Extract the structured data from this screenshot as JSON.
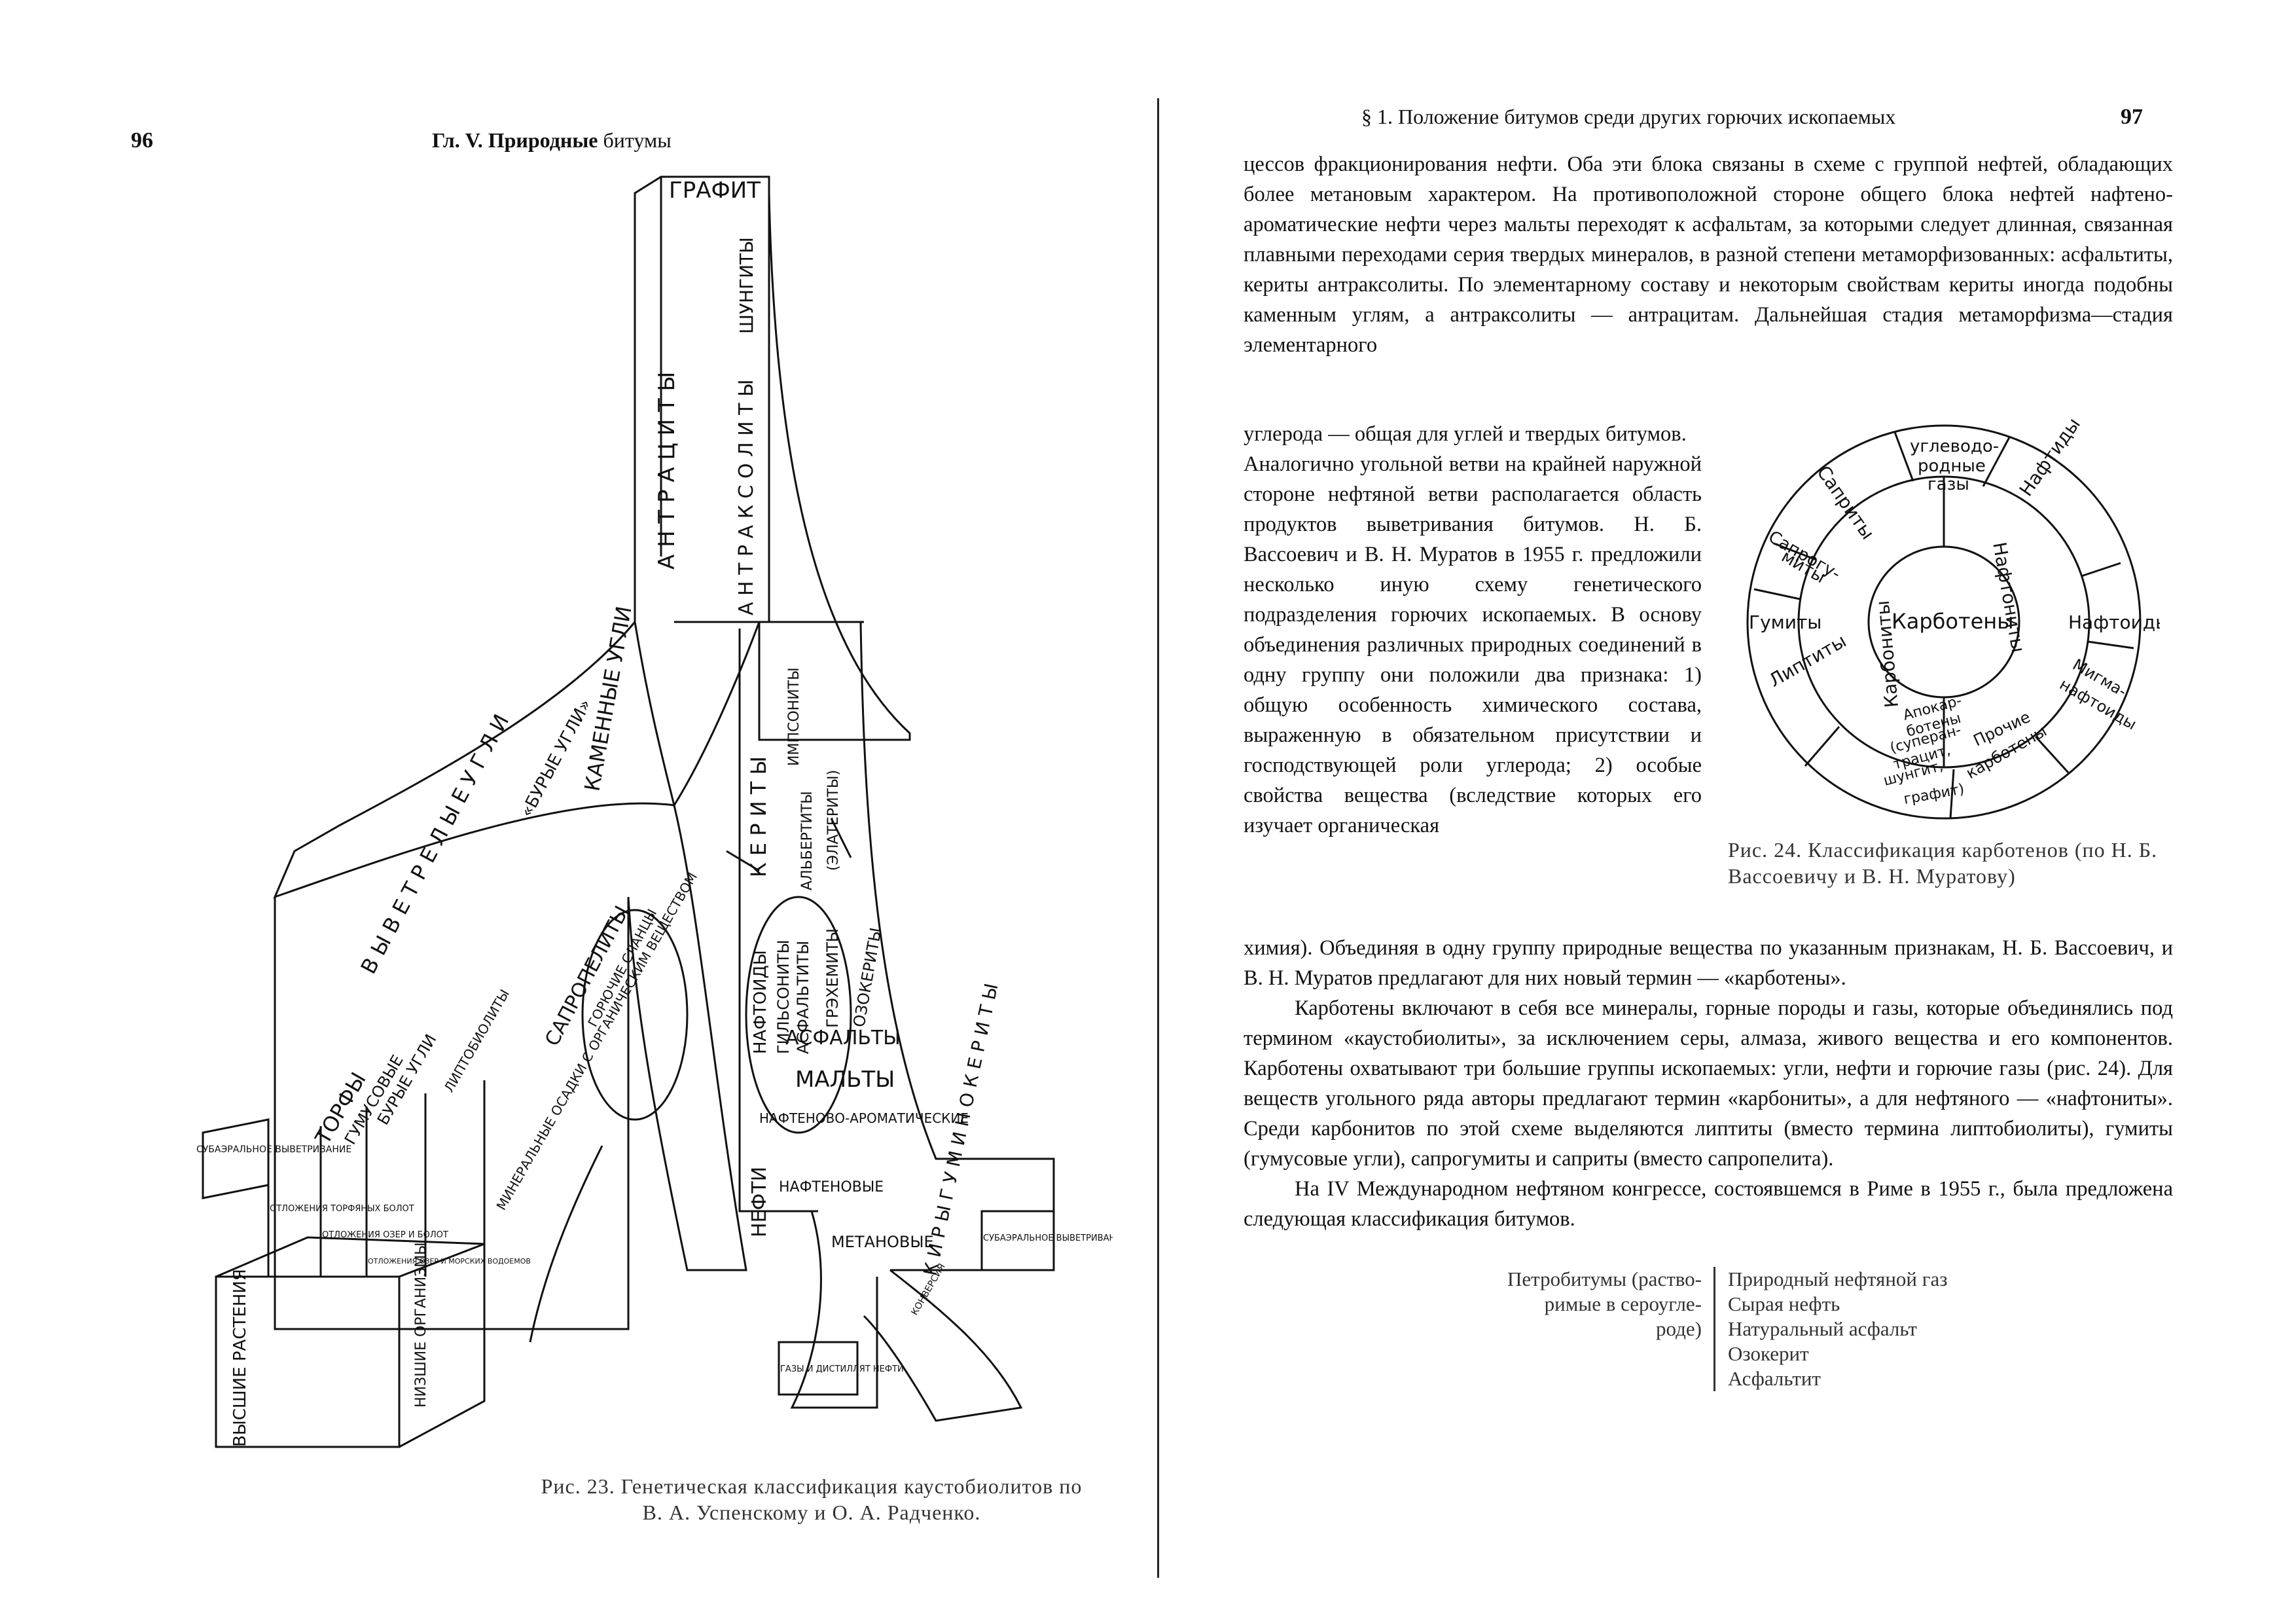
{
  "left_page": {
    "page_number": "96",
    "running_head_bold": "Гл. V. Природные",
    "running_head_rest": "битумы",
    "figure23": {
      "labels": {
        "grafit": "ГРАФИТ",
        "shungity": "ШУНГИТЫ",
        "antracity": "А Н Т Р А Ц И Т Ы",
        "antraksolity": "А Н Т Р А К С О Л И Т Ы",
        "kamennye_ugli": "КАМЕННЫЕ УГЛИ",
        "vyvetrelye_ugli": "В Ы В Е Т Р Е Л Ы Е  У Г Л И",
        "burye_ugli_top": "«БУРЫЕ УГЛИ»",
        "kerity": "К Е Р И Т Ы",
        "impsonity": "ИМПСОНИТЫ",
        "albertity": "АЛЬБЕРТИТЫ",
        "elaterity": "(ЭЛАТЕРИТЫ)",
        "gilsonity": "ГИЛЬСОНИТЫ",
        "asfaltity": "АСФАЛЬТИТЫ",
        "grakhamity": "ГРЭХЕМИТЫ",
        "ozokerity": "ОЗОКЕРИТЫ",
        "asfalty": "АСФАЛЬТЫ",
        "malty": "МАЛЬТЫ",
        "naftenovo_aromaticheskie": "НАФТЕНОВО-АРОМАТИЧЕСКИЕ",
        "naftenovye": "НАФТЕНОВЫЕ",
        "metanovye": "МЕТАНОВЫЕ",
        "nefti": "НЕФТИ",
        "naftoidy": "НАФТОИДЫ",
        "kiry": "К И Р Ы  Г У М И Н О К Е Р И Т Ы",
        "torfy": "ТОРФЫ",
        "gumusovye": "ГУМУСОВЫЕ",
        "burye_ugli": "БУРЫЕ УГЛИ",
        "liptobiolity": "ЛИПТОБИОЛИТЫ",
        "sapropelity": "САПРОПЕЛИТЫ",
        "goryuchie_slantsy": "ГОРЮЧИЕ СЛАНЦЫ",
        "mineralnye": "МИНЕРАЛЬНЫЕ ОСАДКИ С ОРГАНИЧЕСКИМ ВЕЩЕСТВОМ",
        "subaeralnoe_left": "СУБАЭРАЛЬНОЕ ВЫВЕТРИВАНИЕ",
        "otlozheniya_torfyanyh": "ОТЛОЖЕНИЯ ТОРФЯНЫХ БОЛОТ",
        "otlozheniya_ozer_bolot": "ОТЛОЖЕНИЯ ОЗЕР И БОЛОТ",
        "otlozheniya_morskih": "ОТЛОЖЕНИЯ ОЗЕР И МОРСКИХ ВОДОЕМОВ",
        "vysshie_rasteniya": "ВЫСШИЕ РАСТЕНИЯ",
        "nizshie_organizmy": "НИЗШИЕ ОРГАНИЗМЫ",
        "gazy": "ГАЗЫ И ДИСТИЛЛЯТ НЕФТИ",
        "konversiya": "КОНВЕРСИЯ",
        "subaeralnoe_right": "СУБАЭРАЛЬНОЕ ВЫВЕТРИВАНИЕ"
      },
      "caption": "Рис. 23. Генетическая классификация каустобиолитов по В. А. Успенскому и О. А. Радченко."
    }
  },
  "right_page": {
    "running_head": "§ 1. Положение битумов среди других горючих ископаемых",
    "page_number": "97",
    "paragraph_1_full": "цессов фракционирования нефти. Оба эти блока связаны в схеме с группой нефтей, обладающих более метановым характером. На противоположной стороне общего блока нефтей нафтено-ароматические нефти через мальты переходят к асфальтам, за которыми следует длинная, связанная плавными переходами серия твердых минералов, в разной степени метаморфизованных: асфальтиты, кериты антраксолиты. По элементарному составу и некоторым свойствам кериты иногда подобны каменным углям, а антраксолиты — антрацитам. Дальнейшая стадия метаморфизма—стадия элементарного",
    "paragraph_1_narrow": "углерода — общая для углей и твердых битумов.",
    "paragraph_2_narrow": "Аналогично угольной ветви на крайней наружной стороне нефтяной ветви располагается область продуктов выветривания битумов. Н. Б. Вассоевич и В. Н. Муратов в 1955 г. предложили несколько иную схему генетического подразделения горючих ископаемых. В основу объединения различных природных соединений в одну группу они положили два признака: 1) общую особенность химического состава, выраженную в обязательном присутствии и господствующей роли углерода; 2) особые свойства вещества (вследствие которых его изучает органическая",
    "paragraph_2_full": "химия). Объединяя в одну группу природные вещества по указанным признакам, Н. Б. Вассоевич, и В. Н. Муратов предлагают для них новый термин — «карботены».",
    "paragraph_3": "Карботены включают в себя все минералы, горные породы и газы, которые объединялись под термином «каустобиолиты», за исключением серы, алмаза, живого вещества и его компонентов. Карботены охватывают три большие группы ископаемых: угли, нефти и горючие газы (рис. 24). Для веществ угольного ряда авторы предлагают термин «карбониты», а для нефтяного — «нафтониты». Среди карбонитов по этой схеме выделяются липтиты (вместо термина липтобиолиты), гумиты (гумусовые угли), сапрогумиты и саприты (вместо сапропелита).",
    "paragraph_4": "На IV Международном нефтяном конгрессе, состоявшемся в Риме в 1955 г., была предложена следующая классификация битумов.",
    "figure24": {
      "center": "Карботены",
      "ring_inner_left": "Карбониты",
      "ring_inner_right": "Нафтониты",
      "uglevodorodnye_1": "углеводо-",
      "uglevodorodnye_2": "родные",
      "uglevodorodnye_3": "газы",
      "sapprity": "Сaприты",
      "naftidy": "Нафтиды",
      "saprogumity_1": "Сапрогу-",
      "saprogumity_2": "миты",
      "gumity": "Гумиты",
      "naftoidy": "Нафтоиды",
      "liptity": "Липтиты",
      "migma_1": "Мигма-",
      "migma_2": "нафтоиды",
      "apokarb_1": "Апокар-",
      "apokarb_2": "ботены",
      "apokarb_3": "(суперан-",
      "apokarb_4": "трацит,",
      "apokarb_5": "шунгит,",
      "apokarb_6": "графит)",
      "prochie_1": "Прочие",
      "prochie_2": "карботены",
      "caption": "Рис. 24. Классификация карботенов (по Н. Б. Вассоевичу и В. Н. Муратову)"
    },
    "classification": {
      "left_1": "Петробитумы (раство-",
      "left_2": "римые в сероугле-",
      "left_3": "роде)",
      "items": [
        "Природный нефтяной газ",
        "Сырая нефть",
        "Натуральный асфальт",
        "Озокерит",
        "Асфальтит"
      ]
    }
  }
}
